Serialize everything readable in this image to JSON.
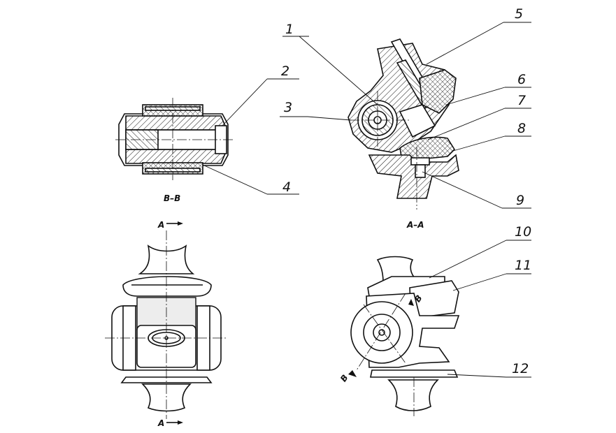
{
  "callouts": {
    "c1": "1",
    "c2": "2",
    "c3": "3",
    "c4": "4",
    "c5": "5",
    "c6": "6",
    "c7": "7",
    "c8": "8",
    "c9": "9",
    "c10": "10",
    "c11": "11",
    "c12": "12"
  },
  "sections": {
    "bb": "B–B",
    "aa": "A–A",
    "a_top": "A",
    "a_bottom": "A",
    "b_upper": "B",
    "b_lower": "B"
  }
}
